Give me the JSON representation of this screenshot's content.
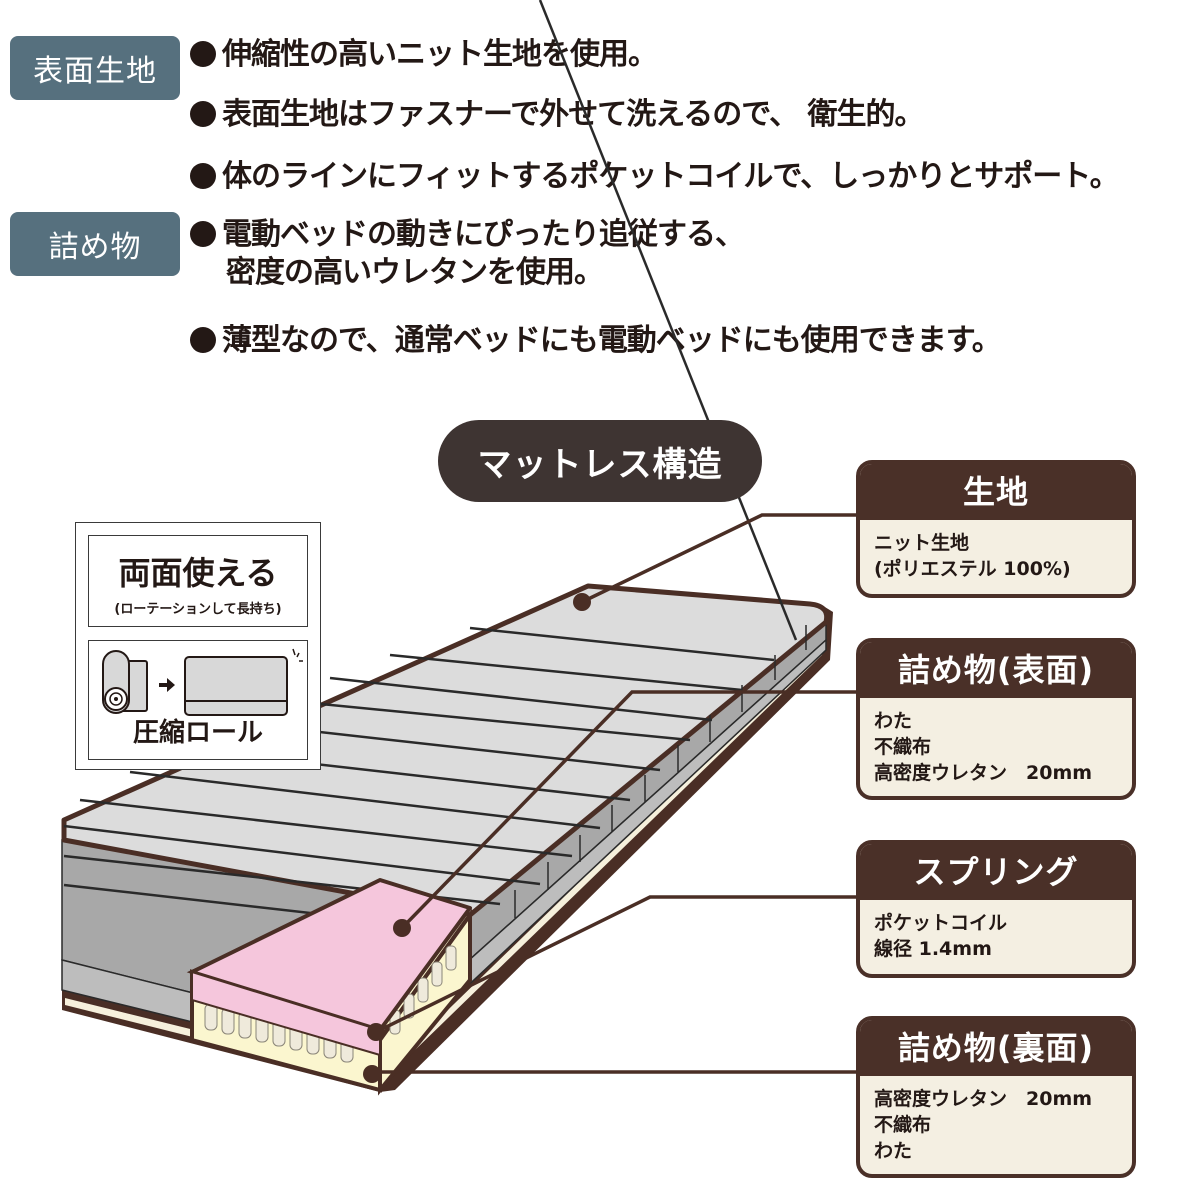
{
  "features": {
    "fabric": {
      "tag": "表面生地",
      "bullets": [
        "伸縮性の高いニット生地を使用。",
        "表面生地はファスナーで外せて洗えるので、 衛生的。"
      ]
    },
    "filling": {
      "tag": "詰め物",
      "bullets": [
        "体のラインにフィットするポケットコイルで、しっかりとサポート。",
        "電動ベッドの動きにぴったり追従する、",
        "密度の高いウレタンを使用。",
        "薄型なので、通常ベッドにも電動ベッドにも使用できます。"
      ]
    }
  },
  "diagram": {
    "title": "マットレス構造",
    "info_box": {
      "reversible_title": "両面使える",
      "reversible_note": "(ローテーションして長持ち)",
      "compressed_label": "圧縮ロール",
      "icons": [
        "rolled-mattress-icon",
        "arrow-right-icon",
        "flat-mattress-icon"
      ]
    },
    "layers": [
      {
        "title": "生地",
        "lines": [
          "ニット生地",
          "(ポリエステル 100%)"
        ]
      },
      {
        "title": "詰め物(表面)",
        "lines": [
          "わた",
          "不織布",
          "高密度ウレタン　20mm"
        ]
      },
      {
        "title": "スプリング",
        "lines": [
          "ポケットコイル",
          "線径 1.4mm"
        ]
      },
      {
        "title": "詰め物(裏面)",
        "lines": [
          "高密度ウレタン　20mm",
          "不織布",
          "わた"
        ]
      }
    ],
    "colors": {
      "tag_bg": "#56707e",
      "pill_bg": "#3e3432",
      "card_header": "#4a3028",
      "card_body": "#f4efe2",
      "mattress_top": "#dcdcdc",
      "mattress_side": "#a9a9a9",
      "urethane_pink": "#f5c6dc",
      "coil_layer": "#fbf6cf",
      "outline_brown": "#4a2e25"
    }
  }
}
